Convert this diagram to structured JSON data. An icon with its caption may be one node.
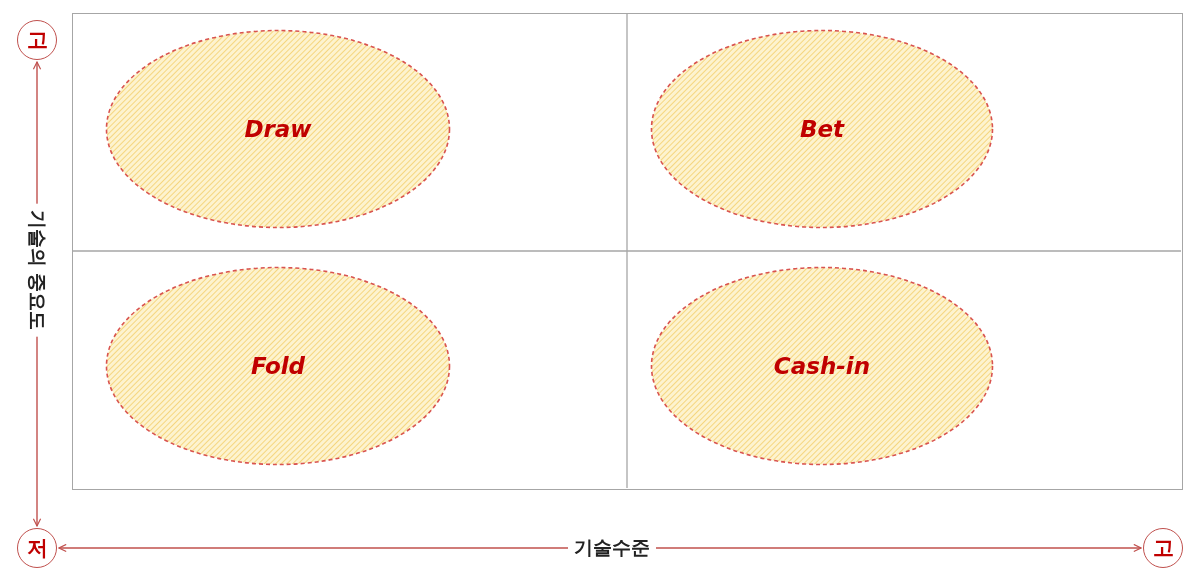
{
  "diagram": {
    "nodes": [
      {
        "text": [
          "고"
        ]
      },
      {
        "text": [
          "저"
        ]
      },
      {
        "text": [
          "고"
        ]
      },
      {
        "text": [],
        "shape": "box"
      },
      {
        "text": [
          "Draw"
        ],
        "in": 3
      },
      {
        "text": [
          "Bet"
        ],
        "in": 3
      },
      {
        "text": [
          "Fold"
        ],
        "in": 3
      },
      {
        "text": [
          "Cash-in"
        ],
        "in": 3
      }
    ],
    "edges": [
      {
        "from": 1,
        "to": 0,
        "arrow": "both",
        "label": "기술의 중요도"
      },
      {
        "from": 1,
        "to": 2,
        "arrow": "both",
        "label": "기술수준"
      }
    ]
  }
}
